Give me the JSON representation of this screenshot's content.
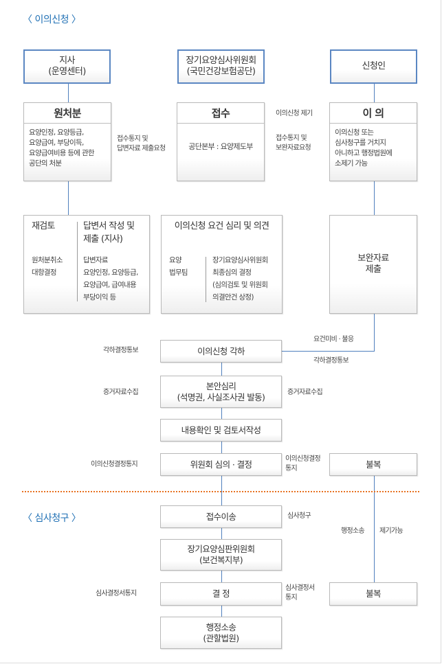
{
  "sections": {
    "objection": "〈 이의신청 〉",
    "review": "〈 심사청구 〉"
  },
  "top_boxes": {
    "branch": "지사\n(운영센터)",
    "committee": "장기요양심사위원회\n(국민건강보험공단)",
    "applicant": "신청인"
  },
  "cards": {
    "original": {
      "title": "원처분",
      "body": "요양인정, 요양등급,\n요양급여, 부당이득,\n요양급여비용 등에 관한\n공단의 처분"
    },
    "receipt": {
      "title": "접수",
      "body": "공단본부 : 요양제도부"
    },
    "objection": {
      "title": "이 의",
      "body": "이의신청 또는\n심사청구를 거치지\n아니하고 행정법원에\n소제기 가능"
    }
  },
  "mid_boxes": {
    "reexamine": {
      "left_title": "재검토",
      "left_body": "원처분취소\n대항결정",
      "right_title": "답변서 작성 및\n제출 (지사)",
      "right_body": "답변자료\n요양인정, 요양등급,\n요양급여, 급여내용\n부당이익 등"
    },
    "requirement": {
      "title": "이의신청 요건 심리 및 의견",
      "left_body": "요양\n법무팀",
      "right_body": "장기요양심사위원회\n최종심의 결정\n(심의검토 및 위원회\n의결안건 상정)"
    },
    "supplement": "보완자료\n제출"
  },
  "flow_boxes": {
    "dismiss": "이의신청 각하",
    "hearing": "본안심리\n(석명권, 사실조사권 발동)",
    "review_doc": "내용확인 및 검토서작성",
    "decision": "위원회 심의  ·  결정",
    "disagree1": "불복",
    "transfer": "접수이송",
    "tribunal": "장기요양심판위원회\n(보건복지부)",
    "final_decision": "결 정",
    "disagree2": "불복",
    "lawsuit": "행정소송\n(관할법원)"
  },
  "labels": {
    "notify_request": "접수통지 및\n답변자료 제출요청",
    "objection_filed": "이의신청 제기",
    "notify_supplement": "접수통지 및\n보완자료요청",
    "req_missing": "요건미비 ·  불응",
    "dismiss_notice_right": "각하결정통보",
    "dismiss_notice_left": "각하결정통보",
    "evidence_left": "증거자료수집",
    "evidence_right": "증거자료수집",
    "decision_notice_left": "이의신청결정통지",
    "decision_notice_right": "이의신청결정\n통지",
    "review_request": "심사청구",
    "admin_suit": "행정소송",
    "can_file": "제기가능",
    "review_notice_left": "심사결정서통지",
    "review_notice_right": "심사결정서\n통지"
  },
  "colors": {
    "accent_blue": "#1e6fb4",
    "line_blue": "#4f7fbd",
    "box_border_blue": "#5a86c2",
    "separator_orange": "#e8711f"
  }
}
